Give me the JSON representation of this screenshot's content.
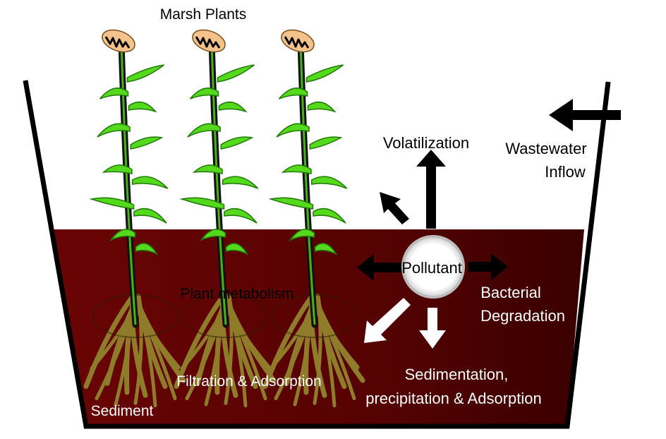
{
  "title": "Marsh Plants",
  "labels": {
    "volatilization": "Volatilization",
    "wastewater_line1": "Wastewater",
    "wastewater_line2": "Inflow",
    "pollutant": "Pollutant",
    "bacterial_line1": "Bacterial",
    "bacterial_line2": "Degradation",
    "plant_metabolism": "Plant metabolism",
    "filtration": "Filtration & Adsorption",
    "sedimentation_line1": "Sedimentation,",
    "sedimentation_line2": "precipitation & Adsorption",
    "sediment": "Sediment"
  },
  "colors": {
    "water_dark": "#5c0202",
    "water_light": "#3d0000",
    "leaf": "#55d91c",
    "leaf_dark": "#1f7a08",
    "stem": "#111111",
    "flower": "#f4c38b",
    "root": "#8f7c2a",
    "arrow_black": "#000000",
    "arrow_white": "#ffffff"
  },
  "plants": [
    {
      "name": "marsh-plant-1"
    },
    {
      "name": "marsh-plant-2"
    },
    {
      "name": "marsh-plant-3"
    }
  ]
}
